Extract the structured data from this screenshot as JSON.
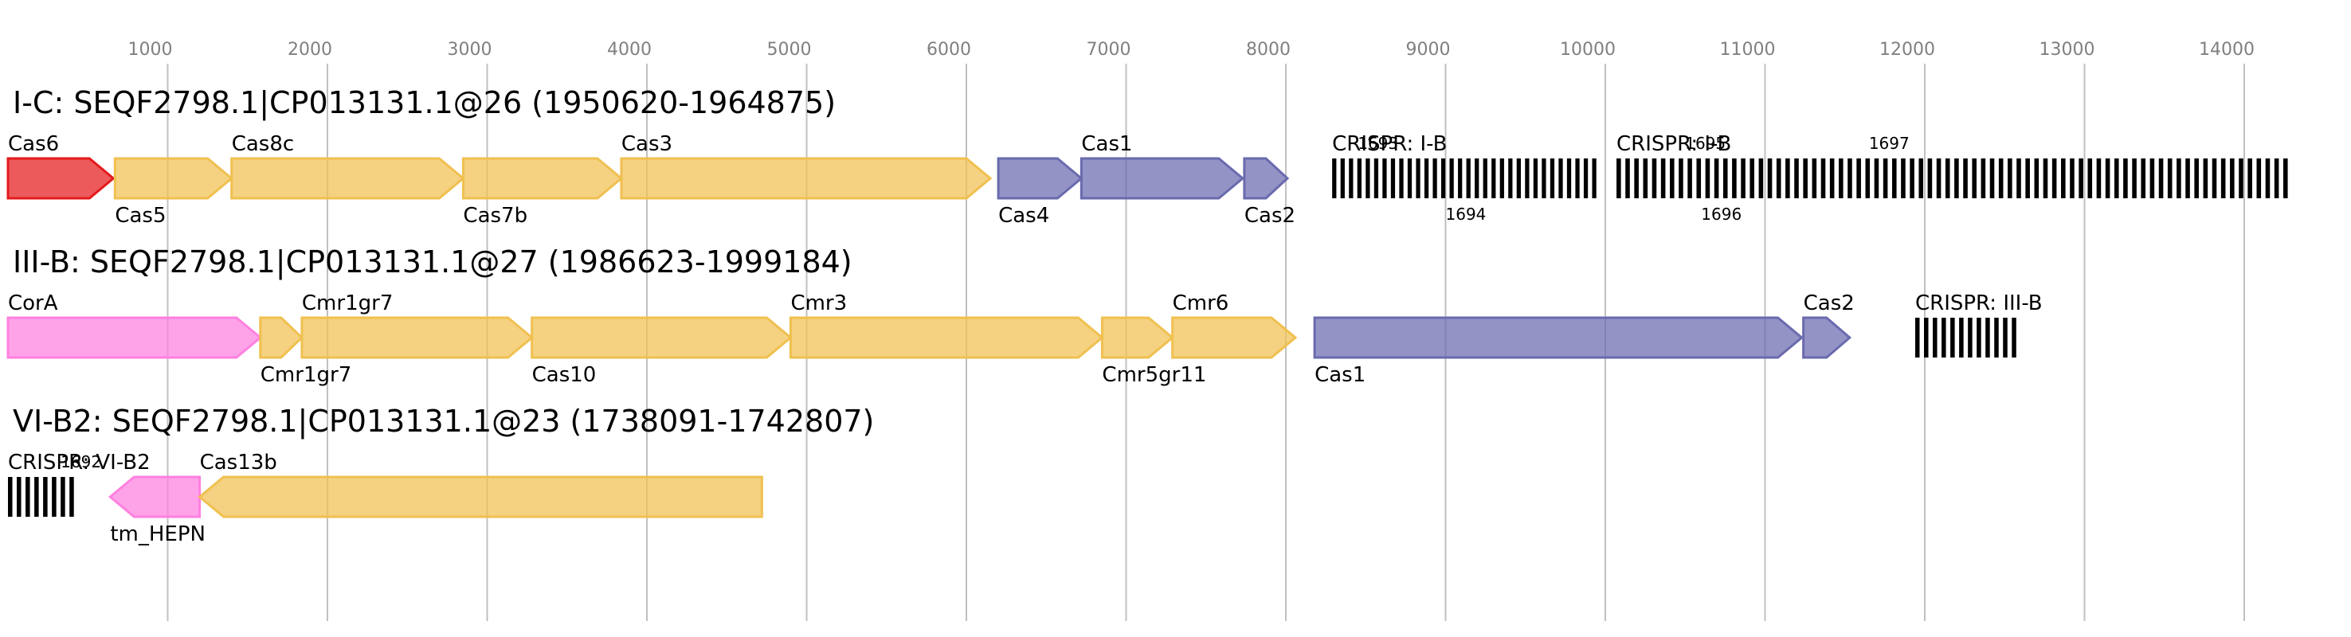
{
  "axis": {
    "ticks": [
      1000,
      2000,
      3000,
      4000,
      5000,
      6000,
      7000,
      8000,
      9000,
      10000,
      11000,
      12000,
      13000,
      14000
    ],
    "tick_labels": [
      "1000",
      "2000",
      "3000",
      "4000",
      "5000",
      "6000",
      "7000",
      "8000",
      "9000",
      "10000",
      "11000",
      "12000",
      "13000",
      "14000"
    ],
    "range_bp": [
      -1000,
      14700
    ],
    "grid": true
  },
  "colors": {
    "red": "#e41a1c",
    "yellow": "#f0c050",
    "purple": "#6a6aae",
    "pink": "#ff80e0",
    "crispr": "#000000"
  },
  "tracks": [
    {
      "title": "I-C: SEQF2798.1|CP013131.1@26 (1950620-1964875)",
      "genes": [
        {
          "name": "Cas6",
          "start": 0,
          "end": 660,
          "strand": 1,
          "color": "red",
          "label_pos": "above"
        },
        {
          "name": "Cas5",
          "start": 670,
          "end": 1400,
          "strand": 1,
          "color": "yellow",
          "label_pos": "below"
        },
        {
          "name": "Cas8c",
          "start": 1400,
          "end": 2850,
          "strand": 1,
          "color": "yellow",
          "label_pos": "above"
        },
        {
          "name": "Cas7b",
          "start": 2850,
          "end": 3840,
          "strand": 1,
          "color": "yellow",
          "label_pos": "below"
        },
        {
          "name": "Cas3",
          "start": 3840,
          "end": 6150,
          "strand": 1,
          "color": "yellow",
          "label_pos": "above"
        },
        {
          "name": "Cas4",
          "start": 6200,
          "end": 6720,
          "strand": 1,
          "color": "purple",
          "label_pos": "below"
        },
        {
          "name": "Cas1",
          "start": 6720,
          "end": 7730,
          "strand": 1,
          "color": "purple",
          "label_pos": "above"
        },
        {
          "name": "Cas2",
          "start": 7740,
          "end": 8010,
          "strand": 1,
          "color": "purple",
          "label_pos": "below"
        }
      ],
      "crisprs": [
        {
          "label": "CRISPR: I-B",
          "start": 8290,
          "end": 9970,
          "bars": 32,
          "numbers": [
            {
              "text": "1693",
              "pos": 8450,
              "where": "above"
            },
            {
              "text": "1694",
              "pos": 9000,
              "where": "below"
            }
          ]
        },
        {
          "label": "CRISPR: I-B",
          "start": 10070,
          "end": 14300,
          "bars": 76,
          "numbers": [
            {
              "text": "1695",
              "pos": 10500,
              "where": "above"
            },
            {
              "text": "1696",
              "pos": 10600,
              "where": "below"
            },
            {
              "text": "1697",
              "pos": 11650,
              "where": "above"
            }
          ]
        }
      ]
    },
    {
      "title": "III-B: SEQF2798.1|CP013131.1@27 (1986623-1999184)",
      "genes": [
        {
          "name": "CorA",
          "start": 0,
          "end": 1580,
          "strand": 1,
          "color": "pink",
          "label_pos": "above"
        },
        {
          "name": "Cmr1gr7",
          "start": 1580,
          "end": 1840,
          "strand": 1,
          "color": "yellow",
          "label_pos": "below"
        },
        {
          "name": "Cmr1gr7",
          "start": 1840,
          "end": 3280,
          "strand": 1,
          "color": "yellow",
          "label_pos": "above"
        },
        {
          "name": "Cas10",
          "start": 3280,
          "end": 4900,
          "strand": 1,
          "color": "yellow",
          "label_pos": "below"
        },
        {
          "name": "Cmr3",
          "start": 4900,
          "end": 6850,
          "strand": 1,
          "color": "yellow",
          "label_pos": "above"
        },
        {
          "name": "Cmr5gr11",
          "start": 6850,
          "end": 7290,
          "strand": 1,
          "color": "yellow",
          "label_pos": "below"
        },
        {
          "name": "Cmr6",
          "start": 7290,
          "end": 8060,
          "strand": 1,
          "color": "yellow",
          "label_pos": "above"
        },
        {
          "name": "Cas1",
          "start": 8180,
          "end": 11230,
          "strand": 1,
          "color": "purple",
          "label_pos": "below"
        },
        {
          "name": "Cas2",
          "start": 11240,
          "end": 11530,
          "strand": 1,
          "color": "purple",
          "label_pos": "above"
        }
      ],
      "crisprs": [
        {
          "label": "CRISPR: III-B",
          "start": 11940,
          "end": 12600,
          "bars": 12,
          "numbers": []
        }
      ]
    },
    {
      "title": "VI-B2: SEQF2798.1|CP013131.1@23 (1738091-1742807)",
      "genes": [
        {
          "name": "tm_HEPN",
          "start": 640,
          "end": 1200,
          "strand": -1,
          "color": "pink",
          "label_pos": "below"
        },
        {
          "name": "Cas13b",
          "start": 1200,
          "end": 4720,
          "strand": -1,
          "color": "yellow",
          "label_pos": "above"
        }
      ],
      "crisprs": [
        {
          "label": "CRISPR: VI-B2",
          "start": 0,
          "end": 440,
          "bars": 8,
          "numbers": [
            {
              "text": "1692",
              "pos": 330,
              "where": "above"
            }
          ]
        }
      ]
    }
  ]
}
